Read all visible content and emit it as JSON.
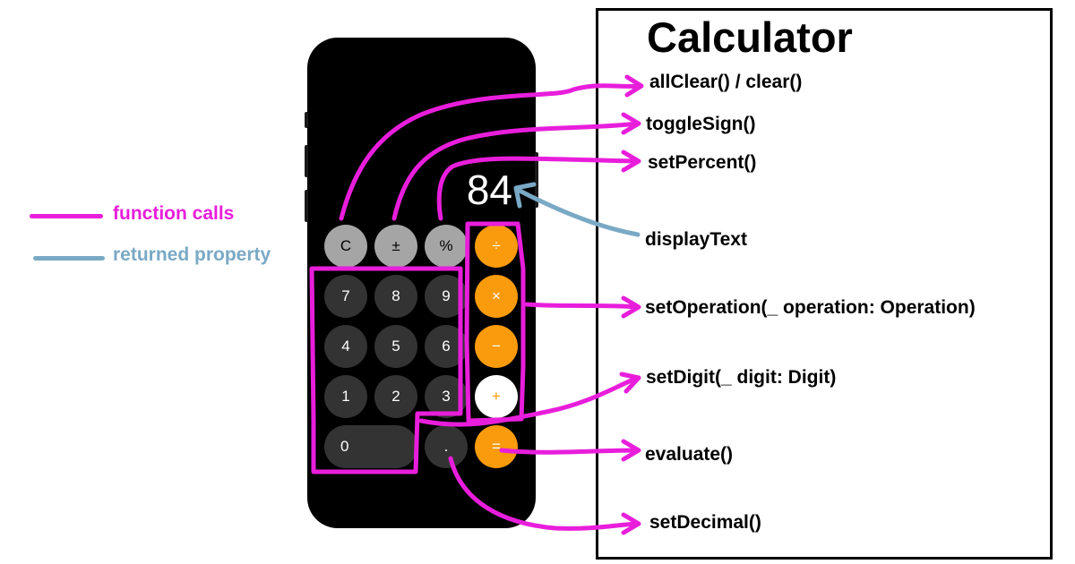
{
  "legend": {
    "function_calls": "function calls",
    "returned_property": "returned property",
    "function_color": "#e81edb",
    "property_color": "#7aa9c5"
  },
  "calculator": {
    "display": "84",
    "keys": {
      "clear": "C",
      "toggle_sign": "±",
      "percent": "%",
      "divide": "÷",
      "multiply": "×",
      "minus": "−",
      "plus": "+",
      "equals": "=",
      "d7": "7",
      "d8": "8",
      "d9": "9",
      "d4": "4",
      "d5": "5",
      "d6": "6",
      "d1": "1",
      "d2": "2",
      "d3": "3",
      "d0": "0",
      "decimal": "."
    },
    "colors": {
      "function_key": "#a5a5a5",
      "digit_key": "#333333",
      "operator_key": "#f99b0c"
    }
  },
  "class_box": {
    "title": "Calculator",
    "methods": {
      "all_clear": "allClear() / clear()",
      "toggle_sign": "toggleSign()",
      "set_percent": "setPercent()",
      "display_text": "displayText",
      "set_operation": "setOperation(_ operation: Operation)",
      "set_digit": "setDigit(_ digit: Digit)",
      "evaluate": "evaluate()",
      "set_decimal": "setDecimal()"
    }
  }
}
